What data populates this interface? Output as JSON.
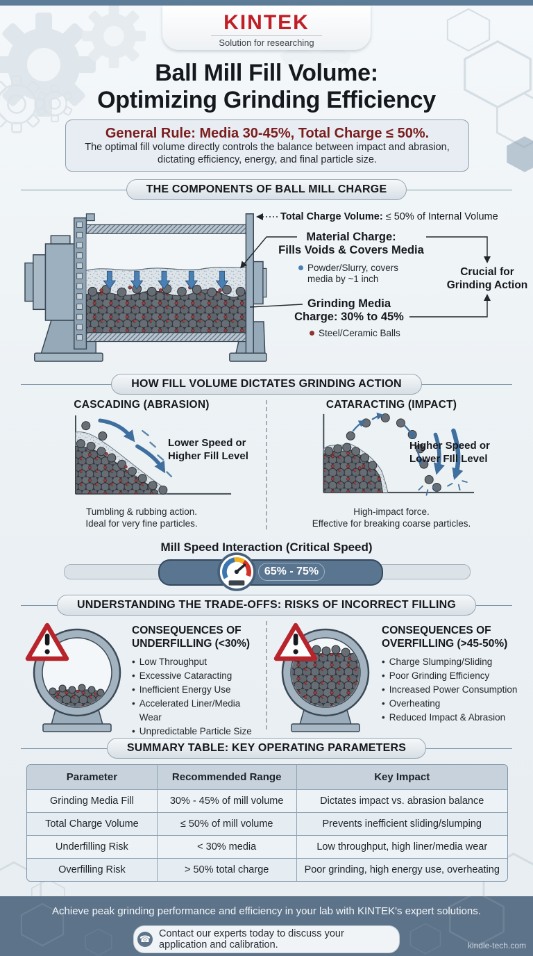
{
  "brand": {
    "logo": "KINTEK",
    "tagline": "Solution for researching"
  },
  "title": {
    "line1": "Ball Mill Fill Volume:",
    "line2": "Optimizing Grinding Efficiency"
  },
  "rule": {
    "headline": "General Rule: Media 30-45%, Total Charge ≤ 50%.",
    "body1": "The optimal fill volume directly controls the balance between impact and abrasion,",
    "body2": "dictating efficiency, energy, and final particle size."
  },
  "sections": {
    "components": "THE COMPONENTS OF BALL MILL CHARGE",
    "action": "HOW FILL VOLUME DICTATES GRINDING ACTION",
    "tradeoffs": "UNDERSTANDING THE TRADE-OFFS: RISKS OF INCORRECT FILLING",
    "summary": "SUMMARY TABLE: KEY OPERATING PARAMETERS"
  },
  "components": {
    "total_charge_label": "Total Charge Volume:",
    "total_charge_value": "≤ 50% of Internal Volume",
    "material_line1": "Material Charge:",
    "material_line2": "Fills Voids & Covers Media",
    "material_bullet1": "Powder/Slurry, covers",
    "material_bullet2": "media by ~1 inch",
    "crucial_line1": "Crucial for",
    "crucial_line2": "Grinding Action",
    "media_line1": "Grinding Media",
    "media_line2": "Charge: 30% to 45%",
    "media_bullet": "Steel/Ceramic Balls"
  },
  "action": {
    "left": {
      "title": "CASCADING (ABRASION)",
      "label1": "Lower Speed or",
      "label2": "Higher Fill Level",
      "caption1": "Tumbling & rubbing action.",
      "caption2": "Ideal for very fine particles."
    },
    "right": {
      "title": "CATARACTING (IMPACT)",
      "label1": "Higher Speed or",
      "label2": "Lower FIll Level",
      "caption1": "High-impact force.",
      "caption2": "Effective for breaking coarse particles."
    }
  },
  "speed": {
    "title": "Mill Speed Interaction (Critical Speed)",
    "range": "65% - 75%"
  },
  "tradeoffs": {
    "left": {
      "title1": "CONSEQUENCES OF",
      "title2": "UNDERFILLING (<30%)",
      "items": [
        "Low Throughput",
        "Excessive Cataracting",
        "Inefficient Energy Use",
        "Accelerated Liner/Media Wear",
        "Unpredictable Particle Size"
      ]
    },
    "right": {
      "title1": "CONSEQUENCES OF",
      "title2": "OVERFILLING (>45-50%)",
      "items": [
        "Charge Slumping/Sliding",
        "Poor Grinding Efficiency",
        "Increased Power Consumption",
        "Overheating",
        "Reduced Impact & Abrasion"
      ]
    }
  },
  "table": {
    "headers": [
      "Parameter",
      "Recommended Range",
      "Key Impact"
    ],
    "rows": [
      [
        "Grinding Media Fill",
        "30% - 45% of mill volume",
        "Dictates impact vs. abrasion balance"
      ],
      [
        "Total Charge Volume",
        "≤ 50% of mill volume",
        "Prevents inefficient sliding/slumping"
      ],
      [
        "Underfilling Risk",
        "< 30% media",
        "Low throughput, high liner/media wear"
      ],
      [
        "Overfilling Risk",
        "> 50% total charge",
        "Poor grinding, high energy use, overheating"
      ]
    ]
  },
  "footer": {
    "message": "Achieve peak grinding performance and efficiency in your lab with KINTEK's expert solutions.",
    "cta": "Contact our experts today to discuss your application and calibration.",
    "site": "kindle-tech.com"
  },
  "colors": {
    "brand_red": "#c01f26",
    "rule_red": "#7a1c1c",
    "slate": "#5d7389",
    "steel": "#9fb0bf",
    "arrow_blue": "#3f6f9e",
    "warning_red": "#b8242b",
    "gauge_yellow": "#f2b01e",
    "gauge_red": "#d33027"
  }
}
